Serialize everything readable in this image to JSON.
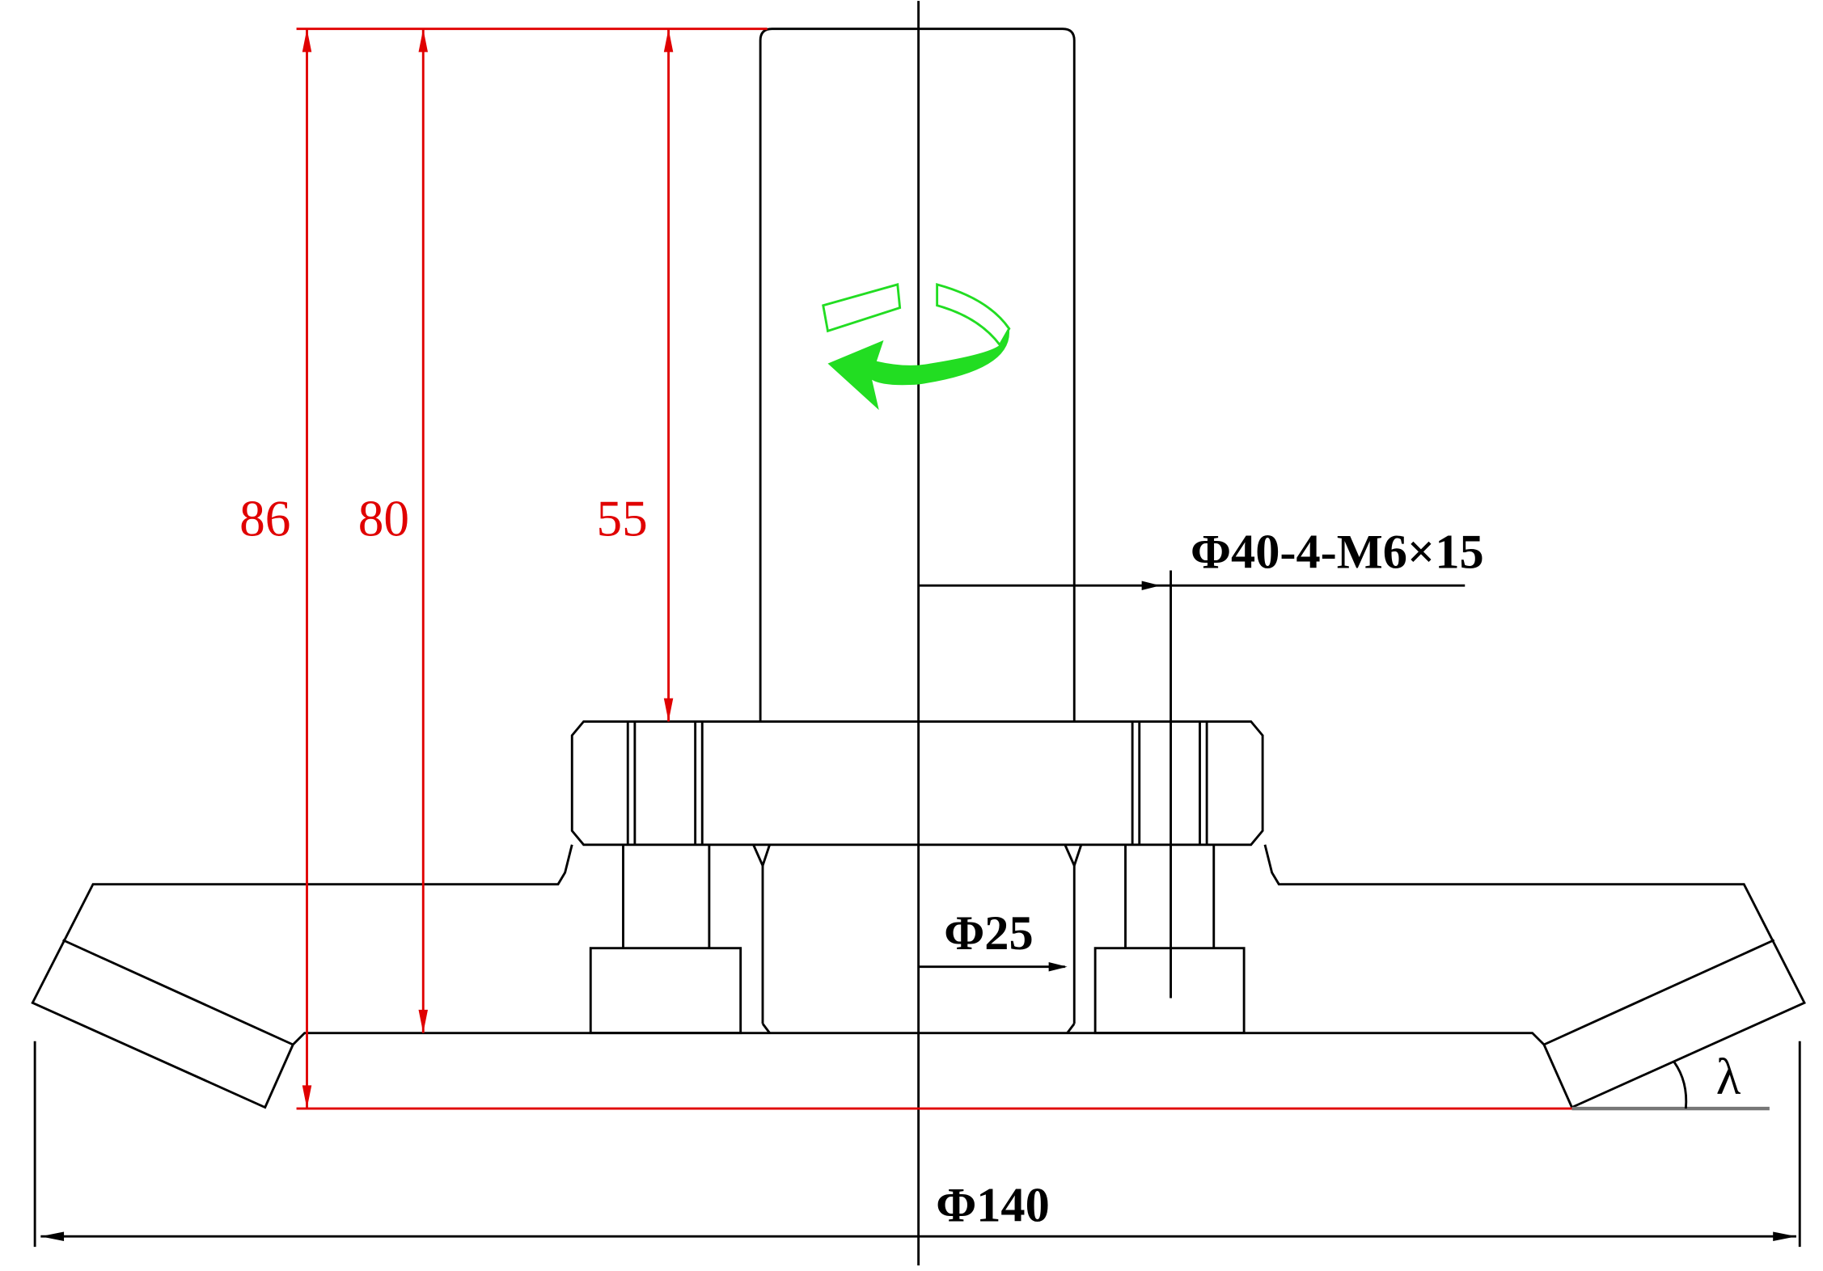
{
  "dimensions": {
    "height_86": "86",
    "height_80": "80",
    "height_55": "55",
    "bolt_spec": "Φ40-4-M6×15",
    "bore_diameter": "Φ25",
    "outer_diameter": "Φ140",
    "angle_symbol": "λ"
  },
  "colors": {
    "drawing": "#000000",
    "dimension_red": "#e00000",
    "rotation_arrow": "#22dd22"
  },
  "icons": [
    "rotation-arrow-icon"
  ]
}
